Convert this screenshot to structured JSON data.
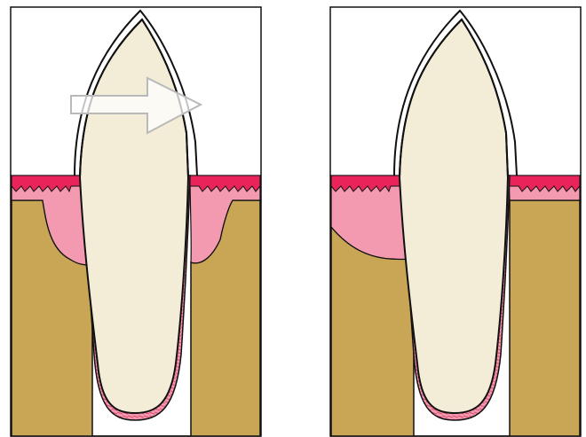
{
  "figure": {
    "panels": [
      {
        "id": "before",
        "shows_arrow": true,
        "arrow_direction": "right",
        "bone_loss_side": "both"
      },
      {
        "id": "after",
        "shows_arrow": false,
        "bone_loss_side": "left"
      }
    ],
    "colors": {
      "background": "#ffffff",
      "bone": "#c9a655",
      "gingiva": "#f49ab0",
      "gingiva_surface": "#e8245a",
      "ligament_stripes": "#d8486a",
      "tooth": "#f3ecd7",
      "enamel": "#ffffff",
      "outline": "#111111",
      "arrow_fill": "#ffffff",
      "arrow_stroke": "#b9b9b9"
    }
  }
}
